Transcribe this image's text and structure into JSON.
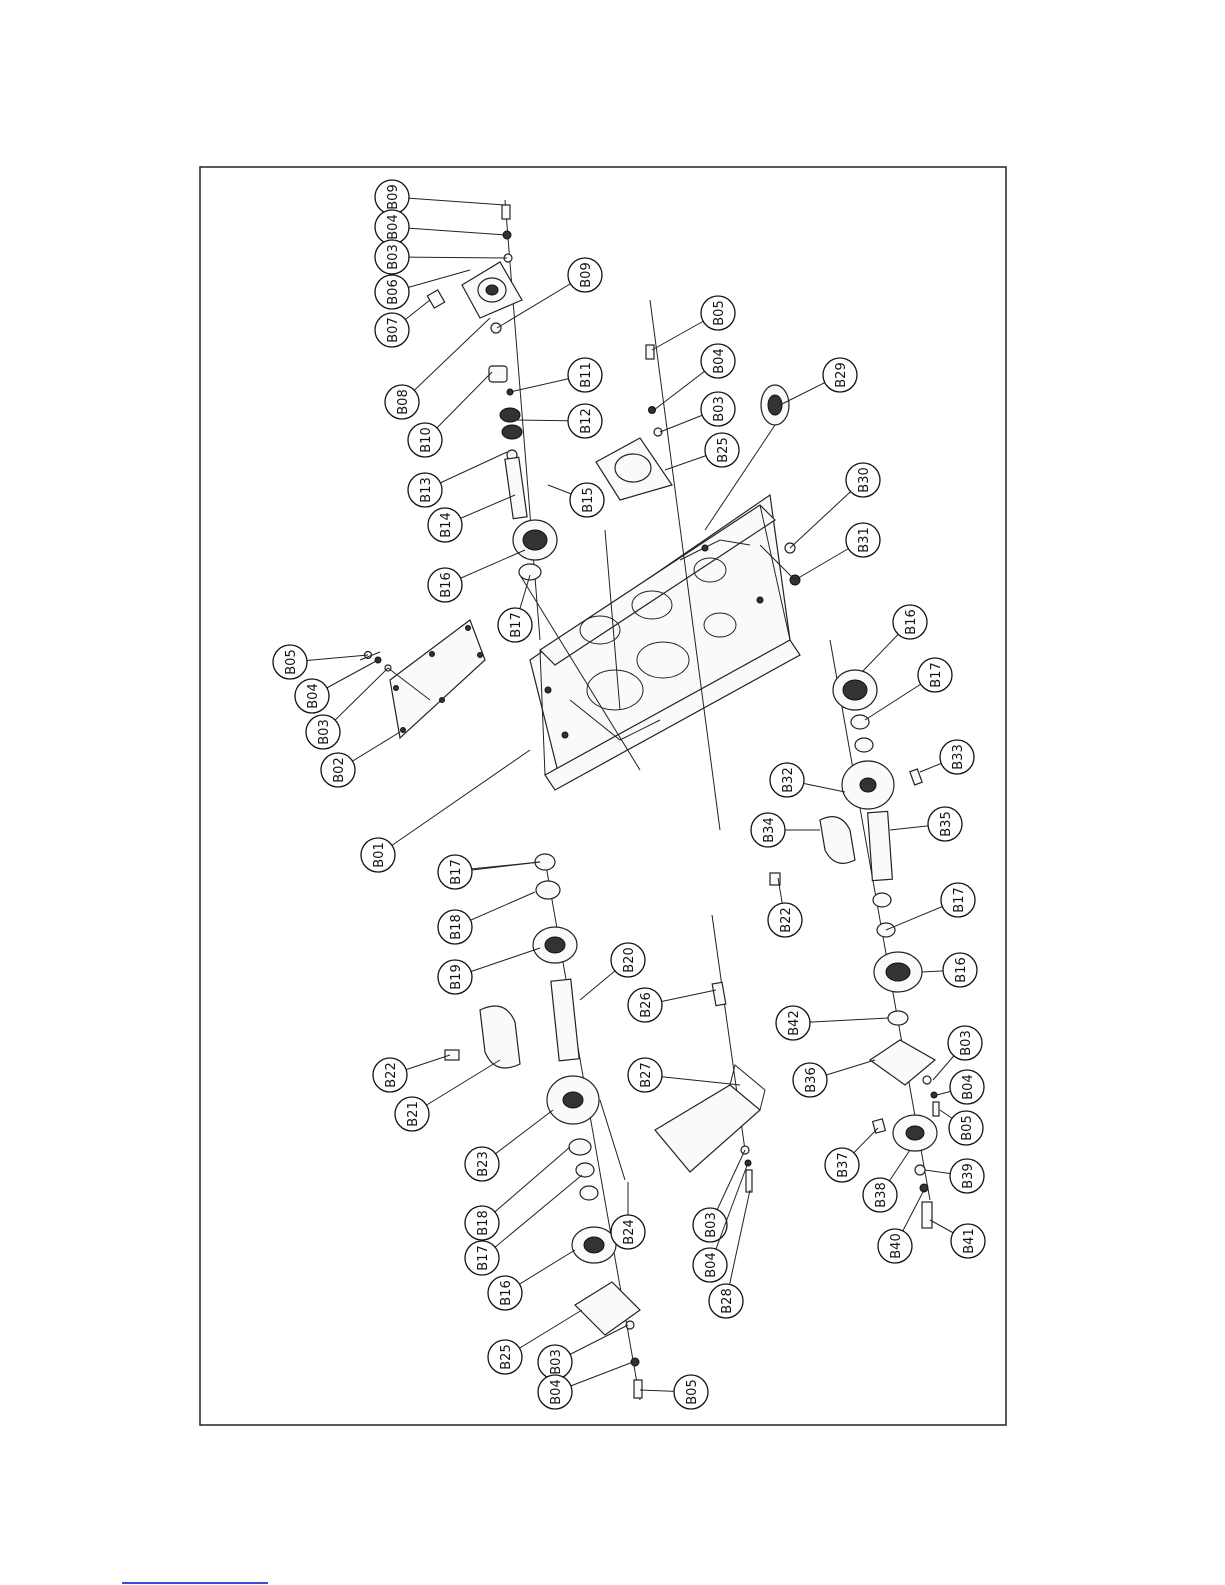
{
  "diagram": {
    "parts": [
      {
        "id": "p01",
        "label": "B09"
      },
      {
        "id": "p02",
        "label": "B04"
      },
      {
        "id": "p03",
        "label": "B03"
      },
      {
        "id": "p04",
        "label": "B06"
      },
      {
        "id": "p05",
        "label": "B07"
      },
      {
        "id": "p06",
        "label": "B09"
      },
      {
        "id": "p07",
        "label": "B08"
      },
      {
        "id": "p08",
        "label": "B10"
      },
      {
        "id": "p09",
        "label": "B11"
      },
      {
        "id": "p10",
        "label": "B12"
      },
      {
        "id": "p11",
        "label": "B13"
      },
      {
        "id": "p12",
        "label": "B14"
      },
      {
        "id": "p13",
        "label": "B15"
      },
      {
        "id": "p14",
        "label": "B16"
      },
      {
        "id": "p15",
        "label": "B17"
      },
      {
        "id": "p16",
        "label": "B05"
      },
      {
        "id": "p17",
        "label": "B04"
      },
      {
        "id": "p18",
        "label": "B03"
      },
      {
        "id": "p19",
        "label": "B25"
      },
      {
        "id": "p20",
        "label": "B29"
      },
      {
        "id": "p21",
        "label": "B30"
      },
      {
        "id": "p22",
        "label": "B31"
      },
      {
        "id": "p23",
        "label": "B05"
      },
      {
        "id": "p24",
        "label": "B04"
      },
      {
        "id": "p25",
        "label": "B03"
      },
      {
        "id": "p26",
        "label": "B02"
      },
      {
        "id": "p27",
        "label": "B01"
      },
      {
        "id": "p28",
        "label": "B16"
      },
      {
        "id": "p29",
        "label": "B17"
      },
      {
        "id": "p30",
        "label": "B33"
      },
      {
        "id": "p31",
        "label": "B32"
      },
      {
        "id": "p32",
        "label": "B34"
      },
      {
        "id": "p33",
        "label": "B35"
      },
      {
        "id": "p34",
        "label": "B22"
      },
      {
        "id": "p35",
        "label": "B17"
      },
      {
        "id": "p36",
        "label": "B16"
      },
      {
        "id": "p37",
        "label": "B42"
      },
      {
        "id": "p38",
        "label": "B36"
      },
      {
        "id": "p39",
        "label": "B03"
      },
      {
        "id": "p40",
        "label": "B04"
      },
      {
        "id": "p41",
        "label": "B05"
      },
      {
        "id": "p42",
        "label": "B37"
      },
      {
        "id": "p43",
        "label": "B38"
      },
      {
        "id": "p44",
        "label": "B39"
      },
      {
        "id": "p45",
        "label": "B40"
      },
      {
        "id": "p46",
        "label": "B41"
      },
      {
        "id": "p47",
        "label": "B17"
      },
      {
        "id": "p48",
        "label": "B18"
      },
      {
        "id": "p49",
        "label": "B19"
      },
      {
        "id": "p50",
        "label": "B20"
      },
      {
        "id": "p51",
        "label": "B26"
      },
      {
        "id": "p52",
        "label": "B22"
      },
      {
        "id": "p53",
        "label": "B21"
      },
      {
        "id": "p54",
        "label": "B27"
      },
      {
        "id": "p55",
        "label": "B23"
      },
      {
        "id": "p56",
        "label": "B18"
      },
      {
        "id": "p57",
        "label": "B17"
      },
      {
        "id": "p58",
        "label": "B24"
      },
      {
        "id": "p59",
        "label": "B03"
      },
      {
        "id": "p60",
        "label": "B04"
      },
      {
        "id": "p61",
        "label": "B28"
      },
      {
        "id": "p62",
        "label": "B16"
      },
      {
        "id": "p63",
        "label": "B25"
      },
      {
        "id": "p64",
        "label": "B03"
      },
      {
        "id": "p65",
        "label": "B04"
      },
      {
        "id": "p66",
        "label": "B05"
      }
    ]
  }
}
